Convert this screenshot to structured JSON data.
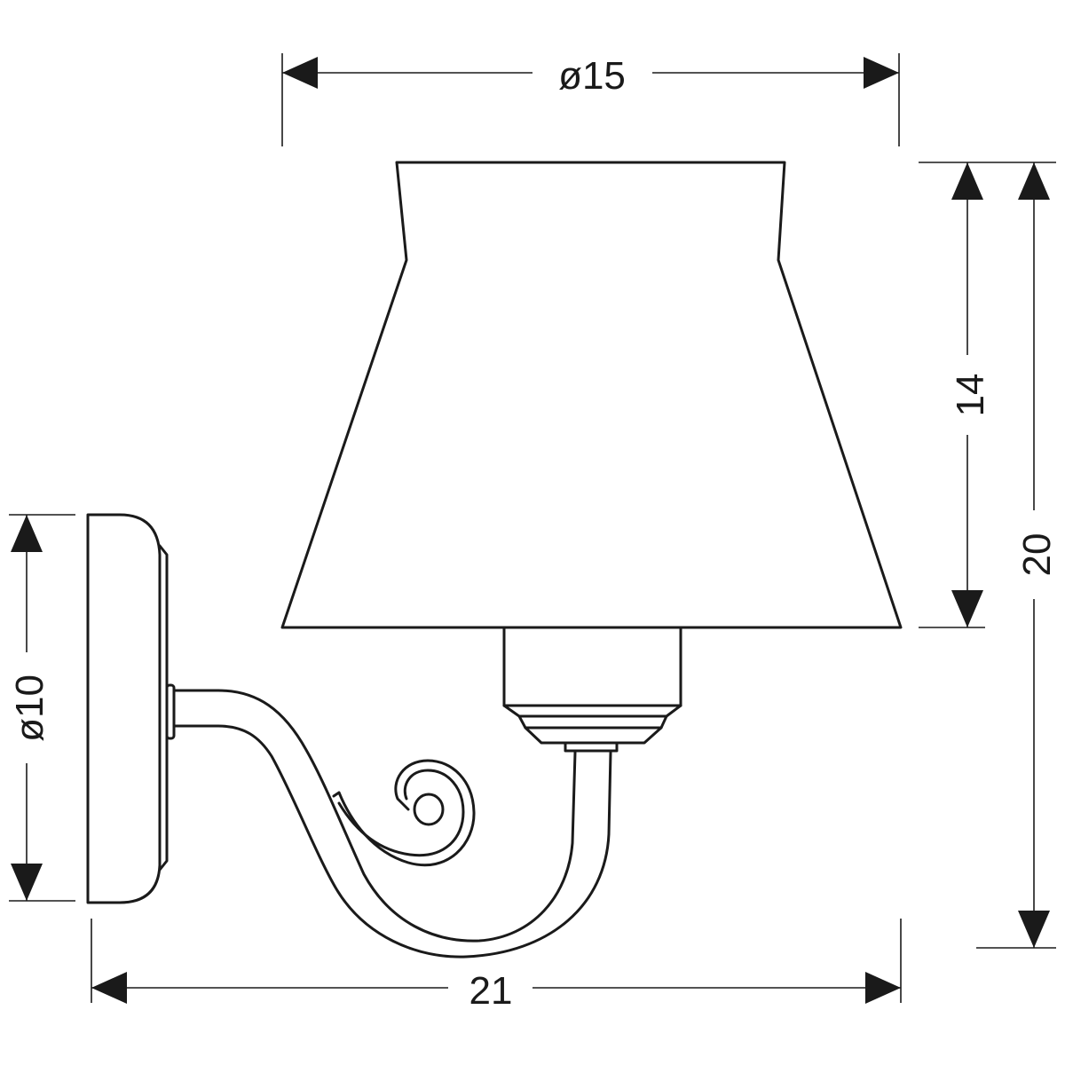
{
  "dimensions": {
    "shade_diameter": "ø15",
    "shade_height": "14",
    "total_height": "20",
    "backplate_diameter": "ø10",
    "total_depth": "21"
  },
  "colors": {
    "line": "#1a1a1a",
    "background": "#ffffff"
  }
}
